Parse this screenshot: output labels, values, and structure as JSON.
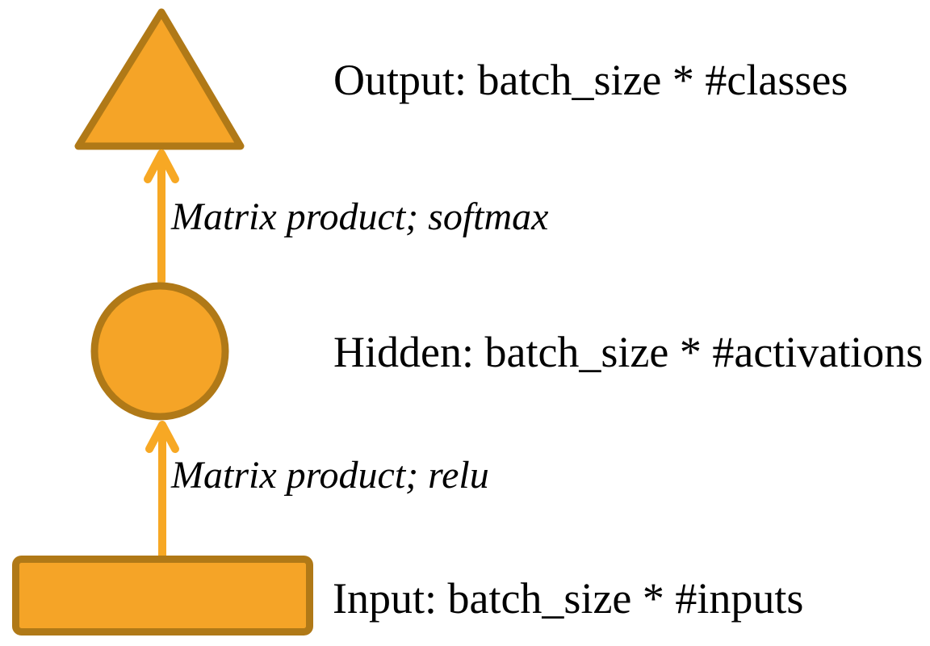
{
  "title": "Two-layer neural network shape diagram",
  "colors": {
    "node_fill": "#F5A427",
    "node_stroke": "#B07917",
    "arrow": "#F7A824",
    "text": "#000000",
    "background": "#FFFFFF"
  },
  "diagram": {
    "nodes": [
      {
        "id": "output",
        "shape": "triangle",
        "label": "Output: batch_size * #classes"
      },
      {
        "id": "hidden",
        "shape": "circle",
        "label": "Hidden: batch_size * #activations"
      },
      {
        "id": "input",
        "shape": "rectangle",
        "label": "Input: batch_size * #inputs"
      }
    ],
    "edges": [
      {
        "from": "hidden",
        "to": "output",
        "label": "Matrix product; softmax"
      },
      {
        "from": "input",
        "to": "hidden",
        "label": "Matrix product; relu"
      }
    ]
  }
}
